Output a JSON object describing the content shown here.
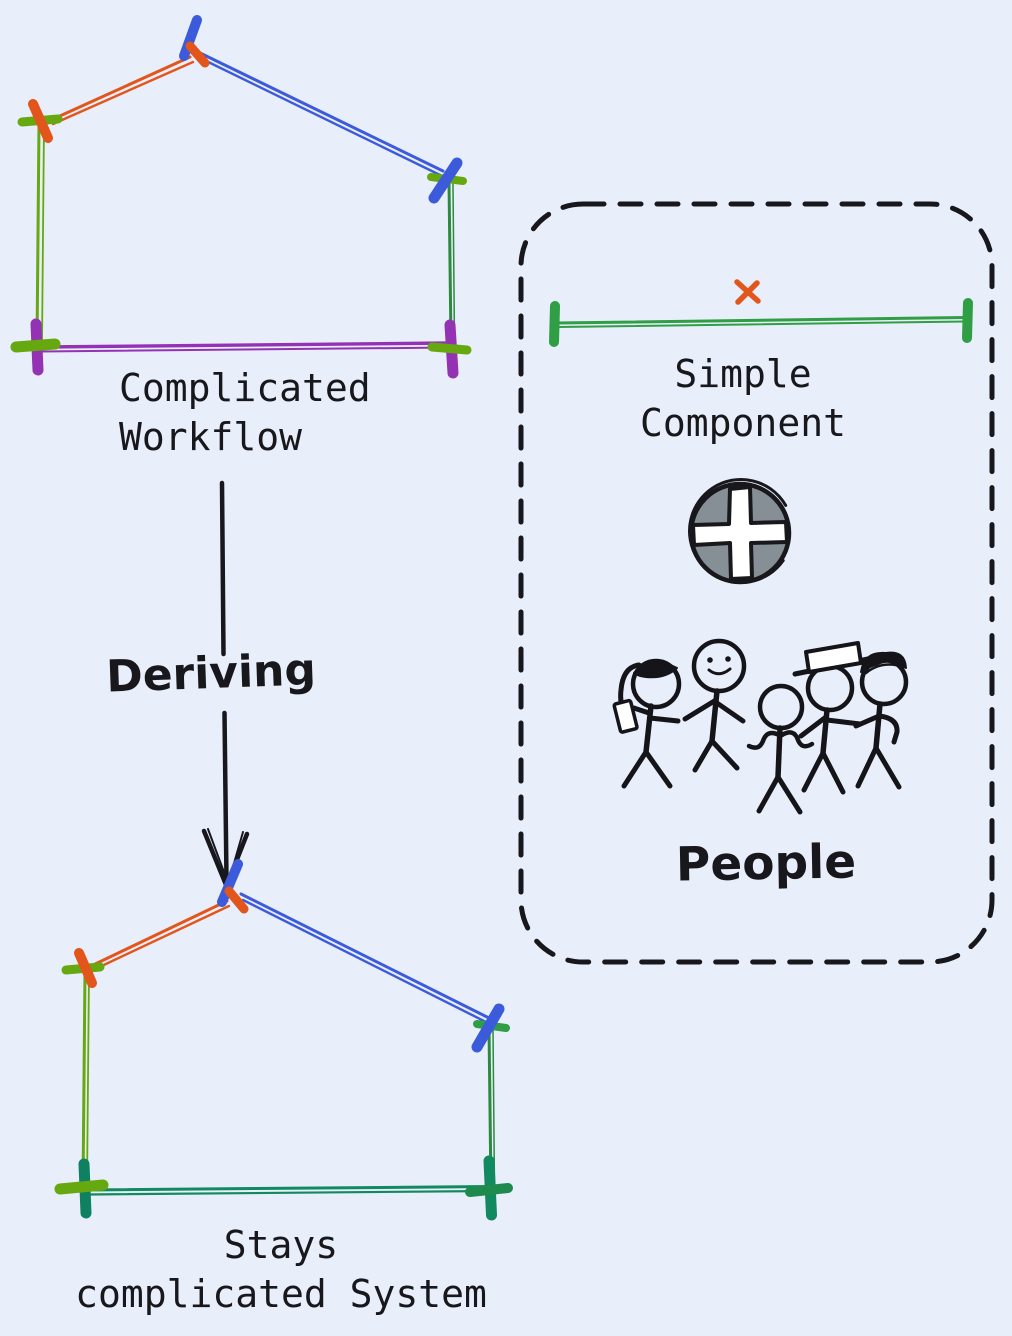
{
  "canvas": {
    "background": "#e9eefb",
    "ink": "#17171c"
  },
  "palette": {
    "blue": "#3b5bdb",
    "orange": "#e2551b",
    "olive_green": "#66a80f",
    "green": "#2f9e44",
    "dark_green": "#2b8a3e",
    "teal_green": "#108a5e",
    "purple": "#9333b3",
    "gray_fill": "#868e96",
    "white": "#ffffff"
  },
  "labels": {
    "complicated_workflow": "Complicated\nWorkflow",
    "deriving": "Deriving",
    "stays_complicated": "Stays\ncomplicated System",
    "simple_component": "Simple\nComponent",
    "people": "People"
  },
  "icons": {
    "plus_circle": "plus-circle-icon",
    "cross_mark": "orange-x-icon"
  }
}
